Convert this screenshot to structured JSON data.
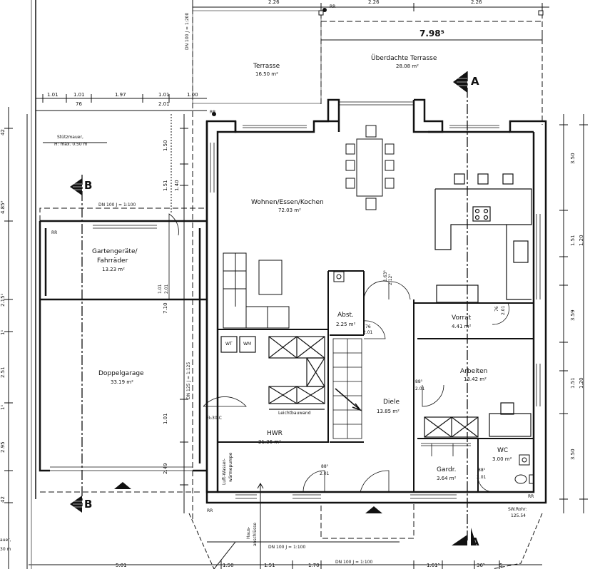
{
  "rooms": {
    "terrasse": {
      "name": "Terrasse",
      "area": "16.50 m²"
    },
    "ueberdachte_terrasse": {
      "name": "Überdachte Terrasse",
      "area": "28.08 m²"
    },
    "wohnen": {
      "name": "Wohnen/Essen/Kochen",
      "area": "72.03 m²"
    },
    "gartengeraete": {
      "name1": "Gartengeräte/",
      "name2": "Fahrräder",
      "area": "13.23 m²"
    },
    "doppelgarage": {
      "name": "Doppelgarage",
      "area": "33.19 m²"
    },
    "abst": {
      "name": "Abst.",
      "area": "2.25 m²"
    },
    "vorrat": {
      "name": "Vorrat",
      "area": "4.41 m²"
    },
    "arbeiten": {
      "name": "Arbeiten",
      "area": "13.42 m²"
    },
    "diele": {
      "name": "Diele",
      "area": "13.85 m²"
    },
    "hwr": {
      "name": "HWR",
      "area": "21.36 m²"
    },
    "gardr": {
      "name": "Gardr.",
      "area": "3.64 m²"
    },
    "wc": {
      "name": "WC",
      "area": "3.00 m²"
    }
  },
  "labels": {
    "section_a": "A",
    "section_b": "B",
    "width_total": "7.98⁵",
    "stuetzmauer1": "Stützmauer,",
    "stuetzmauer2": "H: max. 0.50 m",
    "leichtbauwand": "Leichtbauwand",
    "wt": "WT",
    "wm": "WM",
    "luft1": "Luft-Wasser-",
    "luft2": "wärmepumpe",
    "haus1": "Haus-",
    "haus2": "anschlüsse",
    "ei30": "EI₂30-C",
    "sw_rohr1": "SW.Rohr:",
    "sw_rohr2": "125.54",
    "mauer": "auer,",
    "mauer2": "30 m",
    "rr": "RR",
    "dn100_top": "DN 100   J = 1:200",
    "dn100_garage": "DN 100   J = 1:100",
    "dn100_bottom": "DN 100   J = 1:100",
    "dn125": "DN 125   J = 1:125",
    "dn100_bottom2": "DN 100   J = 1:100",
    "door_abst1": "76",
    "door_abst2": "2.01",
    "door_vorrat1": "76",
    "door_vorrat2": "2.01",
    "door_arbeiten1": "88⁵",
    "door_arbeiten2": "2.01",
    "door_hwr1": "88⁵",
    "door_hwr2": "2.01",
    "door_wc1": "88⁵",
    "door_wc2": "2.01",
    "door_diele": "1.63⁵",
    "door_diele2": "2.12⁵",
    "door_garten1": "1.01",
    "door_garten2": "2.01"
  },
  "dims": {
    "top": [
      "2.26",
      "2.26",
      "2.26"
    ],
    "row2": [
      "1.01",
      "1.01",
      "1.97",
      "1.01",
      "1.00"
    ],
    "row3": [
      "76",
      "2.01"
    ],
    "left": [
      "42",
      "4.85⁹",
      "2.15¹",
      "1¹",
      "2.51",
      "1¹",
      "2.95",
      "42"
    ],
    "mid_left": [
      "1.50",
      "1.51",
      "1.40",
      "7.10",
      "1.01",
      "2.49"
    ],
    "right": [
      "3.50",
      "1.51",
      "1.20",
      "3.59",
      "1.51",
      "1.20",
      "3.50"
    ],
    "bottom": [
      "5.01",
      "1.50",
      "1.51",
      "1.70",
      "1.61⁵",
      "36⁵",
      "5"
    ]
  }
}
